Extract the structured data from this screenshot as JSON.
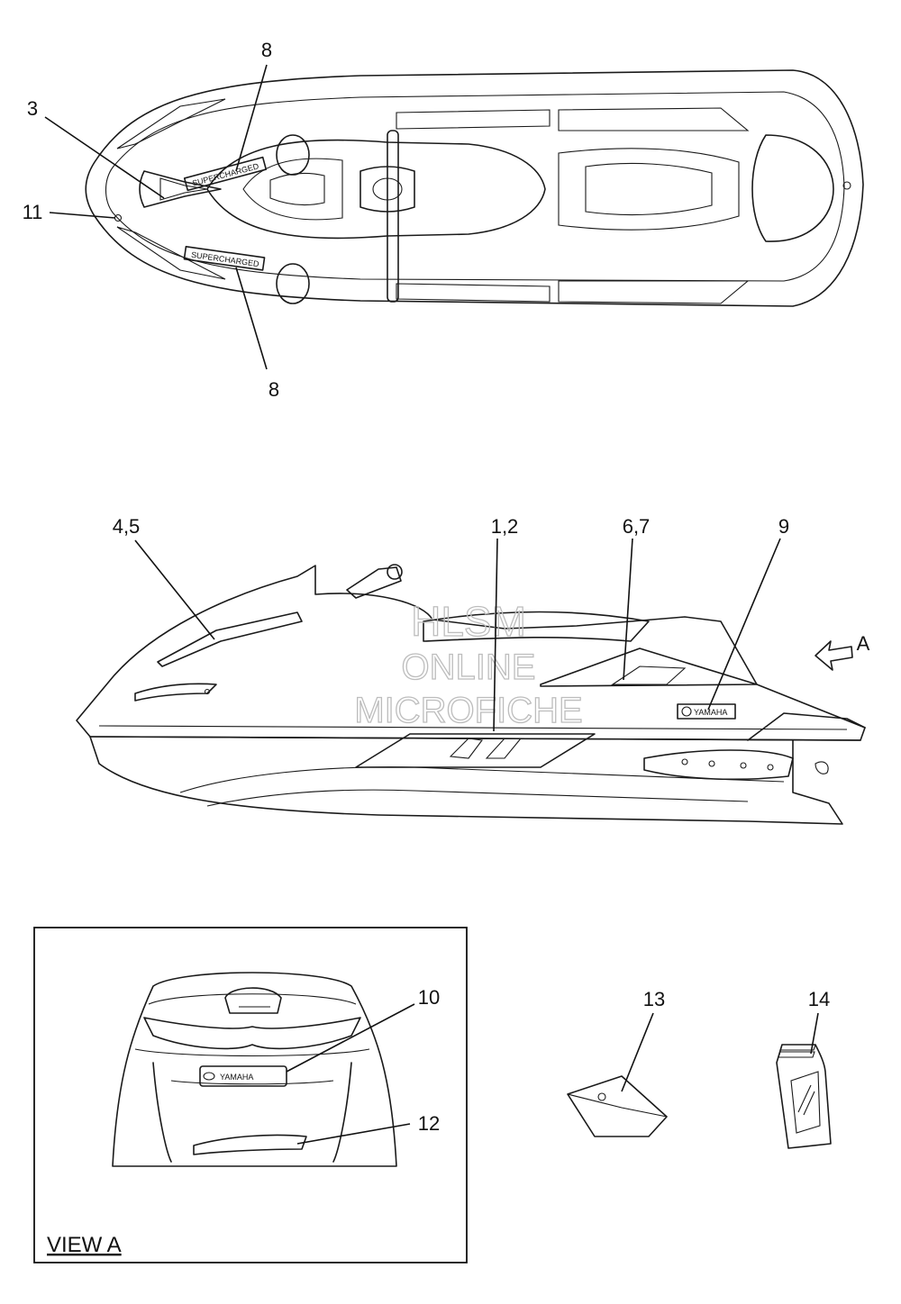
{
  "callouts": {
    "c8_top": "8",
    "c3": "3",
    "c11": "11",
    "c8_bottom": "8",
    "c45": "4,5",
    "c12_side": "1,2",
    "c67": "6,7",
    "c9": "9",
    "cA": "A",
    "c10": "10",
    "c12": "12",
    "c13": "13",
    "c14": "14"
  },
  "decals": {
    "supercharged_top": "SUPERCHARGED",
    "supercharged_bottom": "SUPERCHARGED",
    "yamaha_side": "YAMAHA",
    "yamaha_rear": "YAMAHA"
  },
  "view_label": "VIEW A",
  "watermark": {
    "line1": "HLSM",
    "line2": "ONLINE",
    "line3": "MICROFICHE"
  }
}
